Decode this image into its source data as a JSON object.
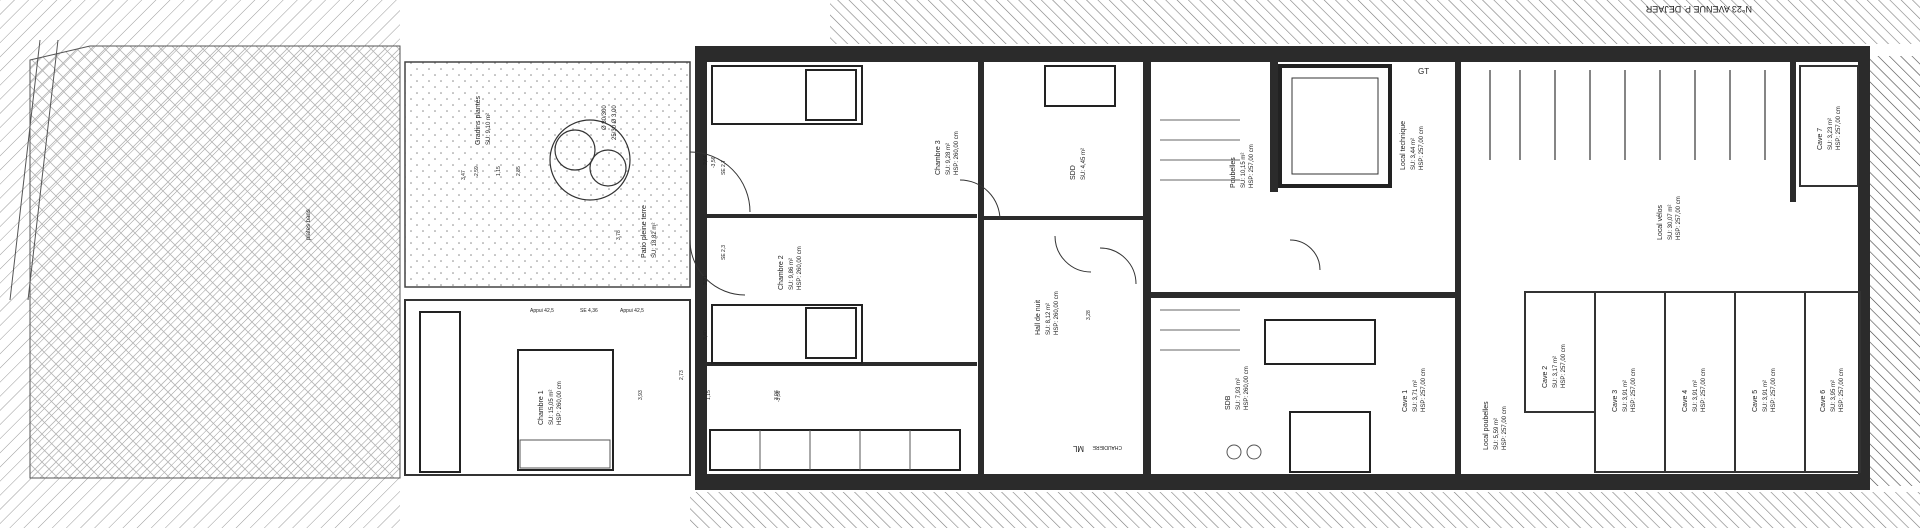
{
  "plan": {
    "street_sign": "N°23 AVENUE P. DEJAER",
    "garden_note": "plates bans",
    "rooms": {
      "gradins": {
        "name": "Gradins plantés",
        "surface": "SU: 9,10 m²"
      },
      "patio": {
        "name": "Patio pleine terre",
        "surface": "SU: 18,82 m²"
      },
      "tree": {
        "note": "Ø 30/300",
        "note2": "25/30 Ø 3,00"
      },
      "chambre3": {
        "name": "Chambre 3",
        "su": "SU: 9,28 m²",
        "hsp": "HSP: 260,00 cm"
      },
      "chambre2": {
        "name": "Chambre 2",
        "su": "SU: 9,86 m²",
        "hsp": "HSP: 260,00 cm"
      },
      "chambre1": {
        "name": "Chambre 1",
        "su": "SU: 15,05 m²",
        "hsp": "HSP: 260,00 cm"
      },
      "sdd": {
        "name": "SDD",
        "su": "SU: 4,45 m²"
      },
      "hall_nuit": {
        "name": "Hall de nuit",
        "su": "SU: 8,12 m²",
        "hsp": "HSP: 260,00 cm"
      },
      "poubelles_small": {
        "name": "Poubelles",
        "su": "SU: 10,15 m²",
        "hsp": "HSP: 257,00 cm"
      },
      "local_technique": {
        "name": "Local technique",
        "su": "SU: 3,44 m²",
        "hsp": "HSP: 257,00 cm"
      },
      "sdb": {
        "name": "SDB",
        "su": "SU: 7,93 m²",
        "hsp": "HSP: 260,00 cm"
      },
      "cave1": {
        "name": "Cave 1",
        "su": "SU: 3,71 m²",
        "hsp": "HSP: 257,00 cm"
      },
      "local_poubelles": {
        "name": "Local poubelles",
        "su": "SU: 5,59 m²",
        "hsp": "HSP: 257,00 cm"
      },
      "cave2": {
        "name": "Cave 2",
        "su": "SU: 3,17 m²",
        "hsp": "HSP: 257,00 cm"
      },
      "cave3": {
        "name": "Cave 3",
        "su": "SU: 3,91 m²",
        "hsp": "HSP: 257,00 cm"
      },
      "cave4": {
        "name": "Cave 4",
        "su": "SU: 3,91 m²",
        "hsp": "HSP: 257,00 cm"
      },
      "cave5": {
        "name": "Cave 5",
        "su": "SU: 3,91 m²",
        "hsp": "HSP: 257,00 cm"
      },
      "cave6": {
        "name": "Cave 6",
        "su": "SU: 3,95 m²",
        "hsp": "HSP: 257,00 cm"
      },
      "cave7": {
        "name": "Cave 7",
        "su": "SU: 3,23 m²",
        "hsp": "HSP: 257,00 cm"
      },
      "local_velos": {
        "name": "Local vélos",
        "su": "SU: 30,07 m²",
        "hsp": "HSP: 257,00 cm"
      }
    },
    "annotations": {
      "ml": "ML",
      "gt": "GT",
      "chaudiere": "CHAUDIERE",
      "appui1": "Appui 42,5",
      "appui2": "Appui 42,5",
      "se1": "SE 4,36",
      "se2": "SE 2,7",
      "se3": "SE 2,3",
      "dims": [
        "3,47",
        "2,59",
        "1,15",
        "2,85",
        "2,73",
        "3,93",
        "3,40",
        "2,31",
        "2,64",
        "1,15",
        "3,96",
        "3,28",
        "3,78",
        "-3,56",
        "-3,56"
      ]
    },
    "colors": {
      "wall": "#2b2b2b",
      "line": "#555555",
      "hatch": "#999999"
    }
  }
}
